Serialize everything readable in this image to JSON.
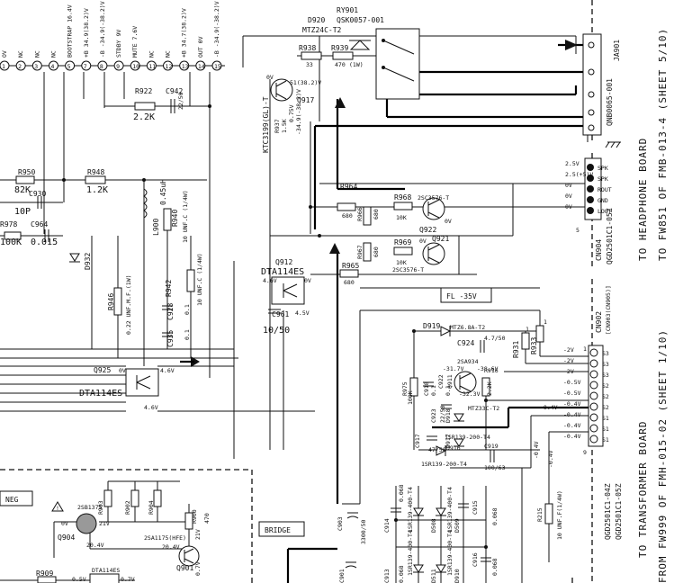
{
  "top_pins": [
    {
      "num": "1",
      "label": "OV"
    },
    {
      "num": "2",
      "label": "NC"
    },
    {
      "num": "3",
      "label": "NC"
    },
    {
      "num": "4",
      "label": "NC"
    },
    {
      "num": "5",
      "label": "BOOTSTRAP 16.4V"
    },
    {
      "num": "7",
      "label": "+B 34.9(38.2)V"
    },
    {
      "num": "8",
      "label": "-B -34.9(-38.2)V"
    },
    {
      "num": "9",
      "label": "STDBY 9V"
    },
    {
      "num": "10",
      "label": "MUTE 7.6V"
    },
    {
      "num": "11",
      "label": "NC"
    },
    {
      "num": "12",
      "label": "NC"
    },
    {
      "num": "13",
      "label": "+B 34.7(38.2)V"
    },
    {
      "num": "14",
      "label": "OUT 0V"
    },
    {
      "num": "15",
      "label": "-B -34.9(-38.2)V"
    }
  ],
  "relay": {
    "ref": "RY901",
    "part": "QSK0057-001"
  },
  "d920": {
    "ref": "D920",
    "part": "MTZ24C-T2"
  },
  "r938": {
    "ref": "R938",
    "val": "33"
  },
  "r939": {
    "ref": "R939",
    "val": "470",
    "note": "(1W)"
  },
  "q917": {
    "ref": "Q917",
    "part": "KTC3199(GL)-T",
    "v1": "0V",
    "v2": "0.75V",
    "v3": "-34.9(-38.2)V",
    "v4": "51(38.2)V"
  },
  "r937": {
    "ref": "R937",
    "val": "1.5K"
  },
  "c942": {
    "ref": "C942",
    "val": "22/50"
  },
  "r922": {
    "ref": "R922",
    "val": "2.2K"
  },
  "r950": {
    "ref": "R950",
    "val": "82K"
  },
  "c930": {
    "ref": "C930",
    "val": "10P"
  },
  "r948": {
    "ref": "R948",
    "val": "1.2K"
  },
  "r978": {
    "ref": "R978",
    "val": "100K"
  },
  "c964": {
    "ref": "C964",
    "val": "0.015"
  },
  "l900": {
    "ref": "L900",
    "val": "0.45uH"
  },
  "r940": {
    "ref": "R940",
    "val": "10 UNF.C (1/4W)"
  },
  "r942": {
    "ref": "R942",
    "val": "10 UNF.C (1/4W)"
  },
  "d932": {
    "ref": "D932"
  },
  "r946": {
    "ref": "R946",
    "val": "0.22 UNF.M.F.(1W)"
  },
  "c928": {
    "ref": "C928",
    "val": "0.1"
  },
  "c935": {
    "ref": "C935",
    "val": "0.1"
  },
  "q912": {
    "ref": "Q912",
    "part": "DTA114ES",
    "v1": "4.6V",
    "v2": "0V",
    "v3": "4.5V"
  },
  "c961": {
    "ref": "C961",
    "val": "10/50"
  },
  "q925": {
    "ref": "Q925",
    "part": "DTA114ES",
    "v1": "0V",
    "v2": "4.6V",
    "v3": "4.6V"
  },
  "r964": {
    "ref": "R964",
    "val": "680"
  },
  "r968": {
    "ref": "R968",
    "val": "10K"
  },
  "r969": {
    "ref": "R969",
    "val": "10K"
  },
  "r966": {
    "ref": "R966",
    "val": "680"
  },
  "r967": {
    "ref": "R967",
    "val": "680"
  },
  "r965": {
    "ref": "R965",
    "val": "680"
  },
  "q922": {
    "ref": "Q922",
    "part": "2SC3576-T",
    "v": "0V"
  },
  "q921": {
    "ref": "Q921",
    "part": "2SC3576-T",
    "v": "0V"
  },
  "ja901": {
    "ref": "JA901",
    "part": "QNB0065-001"
  },
  "cn904": {
    "ref": "CN904",
    "part": "QGD2501C1-05Z",
    "num": "5",
    "pins": [
      {
        "v": "2.5V",
        "n": "SPK"
      },
      {
        "v": "2.5(+5)V",
        "n": "SPK"
      },
      {
        "v": "0V",
        "n": "ROUT"
      },
      {
        "v": "0V",
        "n": "GND"
      },
      {
        "v": "0V",
        "n": "LOUT"
      }
    ]
  },
  "fl_label": "FL -35V",
  "cn902": {
    "ref": "CN902",
    "sub": "[CN903(CN905)]",
    "part1": "QGD2501C1-04Z",
    "part2": "QGD2501C1-05Z",
    "pins": [
      {
        "v": "-2V",
        "n": "S3"
      },
      {
        "v": "-2V",
        "n": "S3"
      },
      {
        "v": "-2V",
        "n": "S3"
      },
      {
        "v": "-0.5V",
        "n": "S2"
      },
      {
        "v": "-0.5V",
        "n": "S2"
      },
      {
        "v": "-0.4V",
        "n": "S2"
      },
      {
        "v": "-0.4V",
        "n": "S1"
      },
      {
        "v": "-0.4V",
        "n": "S1"
      },
      {
        "v": "-0.4V",
        "n": "S1"
      }
    ],
    "num_top": "1",
    "num_bot": "9"
  },
  "d919": {
    "ref": "D919",
    "part": "MTZ6.8A-T2"
  },
  "c924": {
    "ref": "C924",
    "val": "4.7/50"
  },
  "r931": {
    "ref": "R931",
    "val": "1"
  },
  "r933": {
    "ref": "R933",
    "val": "1"
  },
  "q911": {
    "ref": "Q911",
    "part": "2SA934",
    "v1": "-31.7V",
    "v2": "-38.6V",
    "v3": "-32.3V"
  },
  "r975": {
    "ref": "R975",
    "val": "100K"
  },
  "c918": {
    "ref": "C918",
    "val": "0.1"
  },
  "c922": {
    "ref": "C922",
    "val": "0.1"
  },
  "c923": {
    "ref": "C923",
    "val": "22/50"
  },
  "r916": {
    "ref": "R916",
    "val": "2.2K"
  },
  "d918": {
    "ref": "D918",
    "part": "MTZ33C-T2"
  },
  "d917": {
    "ref": "D917",
    "part": "1SR139-200-T4"
  },
  "d916": {
    "ref": "D916",
    "part": "1SR139-200-T4"
  },
  "c917": {
    "ref": "C917",
    "val": "47/50"
  },
  "c919": {
    "ref": "C919",
    "val": "100/63"
  },
  "r215": {
    "ref": "R215",
    "val": "10 UNF.F(1/4W)"
  },
  "neg_label": "NEG",
  "q904": {
    "ref": "Q904",
    "part": "2SB1375",
    "v1": "0V",
    "v2": "21V",
    "v3": "20.4V"
  },
  "r903": {
    "ref": "R903"
  },
  "r902": {
    "ref": "R902"
  },
  "r904": {
    "ref": "R904"
  },
  "r900": {
    "ref": "R900",
    "val": "470"
  },
  "q901": {
    "ref": "Q901",
    "part": "2SA1175(HFE)",
    "v1": "20.4V",
    "v2": "21V",
    "v3": "0.7V"
  },
  "r909": {
    "ref": "R909"
  },
  "dta_bottom": {
    "part": "DTA114ES",
    "v1": "0.5V",
    "v2": "0.7V"
  },
  "bridge_label": "BRIDGE",
  "c903": {
    "ref": "C903",
    "val": "3300/50"
  },
  "c901": {
    "ref": "C901"
  },
  "c913": {
    "ref": "C913"
  },
  "c914": {
    "ref": "C914",
    "val": "0.068"
  },
  "d508": {
    "ref": "D508",
    "part": "1SR139-400-T4"
  },
  "d509": {
    "ref": "D509",
    "part": "1SR139-400-T4"
  },
  "c915": {
    "ref": "C915",
    "val": "0.068"
  },
  "d511": {
    "ref": "D511",
    "part": "1SR139-400-T4"
  },
  "d910": {
    "ref": "D910",
    "part": "1SR139-400-T4"
  },
  "c916": {
    "ref": "C916",
    "val": "0.068"
  },
  "c_left": {
    "val": "0.068"
  },
  "side_labels": {
    "headphone": "TO HEADPHONE BOARD",
    "headphone_sub": "TO FW851 OF FMB-013-4 (SHEET 5/10)",
    "transformer": "TO TRANSFORMER BOARD",
    "transformer_sub": "FROM FW999 OF FMH-015-02 (SHEET 1/10)"
  }
}
